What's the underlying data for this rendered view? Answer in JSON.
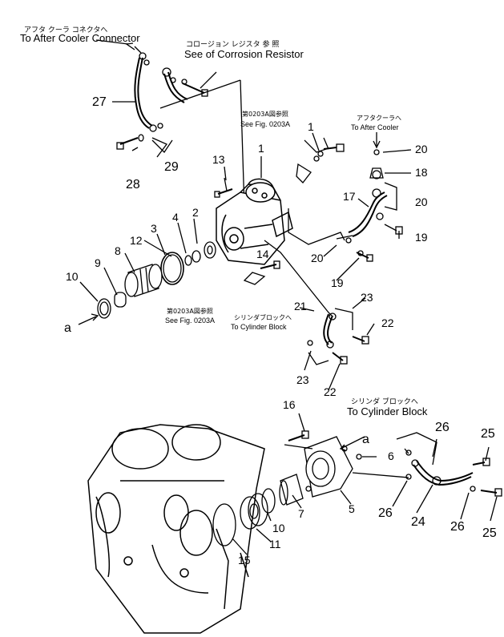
{
  "captions": {
    "after_cooler_connector_jp": "アフタ クーラ コネクタへ",
    "after_cooler_connector_en": "To After Cooler Connector",
    "corrosion_resistor_jp": "コロージョン レジスタ 参 照",
    "corrosion_resistor_en": "See of Corrosion Resistor",
    "fig_ref_top_jp": "第0203A図参照",
    "fig_ref_top_en": "See Fig. 0203A",
    "after_cooler_jp": "アフタクーラへ",
    "after_cooler_en": "To After Cooler",
    "fig_ref_bottom_jp": "第0203A図参照",
    "fig_ref_bottom_en": "See Fig. 0203A",
    "cylinder_block_mid_jp": "シリンダブロックへ",
    "cylinder_block_mid_en": "To Cylinder Block",
    "cylinder_block_low_jp": "シリンダ ブロックへ",
    "cylinder_block_low_en": "To Cylinder Block"
  },
  "part_numbers": {
    "n1a": "1",
    "n1b": "1",
    "n2": "2",
    "n3": "3",
    "n4": "4",
    "n5": "5",
    "n6": "6",
    "n7": "7",
    "n8": "8",
    "n9": "9",
    "n10a": "10",
    "n10b": "10",
    "n11": "11",
    "n12": "12",
    "n13": "13",
    "n14": "14",
    "n15": "15",
    "n16": "16",
    "n17": "17",
    "n18": "18",
    "n19a": "19",
    "n19b": "19",
    "n20a": "20",
    "n20b": "20",
    "n20c": "20",
    "n21": "21",
    "n22a": "22",
    "n22b": "22",
    "n23a": "23",
    "n23b": "23",
    "n24": "24",
    "n25a": "25",
    "n25b": "25",
    "n26a": "26",
    "n26b": "26",
    "n26c": "26",
    "n27": "27",
    "n28": "28",
    "n29": "29",
    "a1": "a",
    "a2": "a"
  }
}
